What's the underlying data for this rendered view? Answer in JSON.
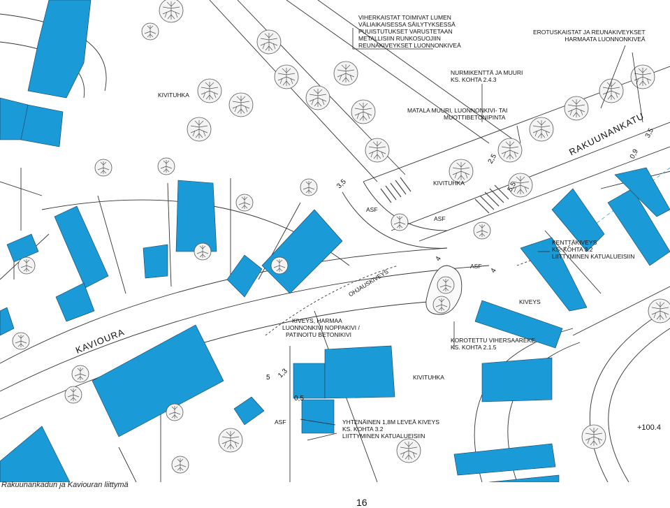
{
  "labels": {
    "viherkaistat": [
      "VIHERKAISTAT TOIMIVAT LUMEN",
      "VÄLIAIKAISESSA SÄILYTYKSESSÄ",
      "PUUISTUTUKSET VARUSTETAAN",
      "METALLISIIN RUNKOSUOJIIN",
      "REUNAKIVEYKSET LUONNONKIVEÄ"
    ],
    "erotuskaistat": [
      "EROTUSKAISTAT JA REUNAKIVEYKSET",
      "HARMAATA LUONNONKIVEÄ"
    ],
    "nurmikentta": [
      "NURMIKENTTÄ JA MUURI",
      "KS. KOHTA 2.4.3"
    ],
    "kivituhka_top": "KIVITUHKA",
    "matala_muuri": [
      "MATALA MUURI, LUONNONKIVI- TAI",
      "MUOTTIBETONIPINTA"
    ],
    "kivituhka_mid": "KIVITUHKA",
    "asf_1": "ASF",
    "asf_2": "ASF",
    "asf_3": "ASF",
    "asf_4": "ASF",
    "kenttakiveys": [
      "KENTTÄKIVEYS",
      "KS. KOHTA 3.2",
      "LIITTYMINEN KATUALUEISIIN"
    ],
    "ohjauskiveys": "OHJAUSKIVEYS",
    "kiveys": "KIVEYS",
    "kiveys_harmaa": [
      "KIVEYS, HARMAA",
      "LUONNONKIVI NOPPAKIVI /",
      "PATINOITU BETONIKIVI"
    ],
    "korotettu": [
      "KOROTETTU VIHERSAAREKE",
      "KS. KOHTA 2.1.5"
    ],
    "kivituhka_low": "KIVITUHKA",
    "yhtenainen": [
      "YHTENÄINEN 1,8M LEVEÄ KIVEYS",
      "KS. KOHTA 3.2",
      "LIITTYMINEN KATUALUEISIIN"
    ],
    "elevation": "+100.4"
  },
  "streets": {
    "rakuunankatu": "RAKUUNANKATU",
    "kavioura": "KAVIOURA"
  },
  "dimensions": {
    "d35_left": "3,5",
    "d25": "2,5",
    "d55": "5,5",
    "d09": "0,9",
    "d35_right": "3,5",
    "d4_a": "4",
    "d4_b": "4",
    "d5": "5",
    "d13": "1,3",
    "d05": "0,5"
  },
  "caption": "Rakuunankadun ja Kaviouran liittymä",
  "page_number": "16",
  "colors": {
    "building": "#1a9ad6",
    "line": "#333333",
    "tree": "#555555"
  }
}
